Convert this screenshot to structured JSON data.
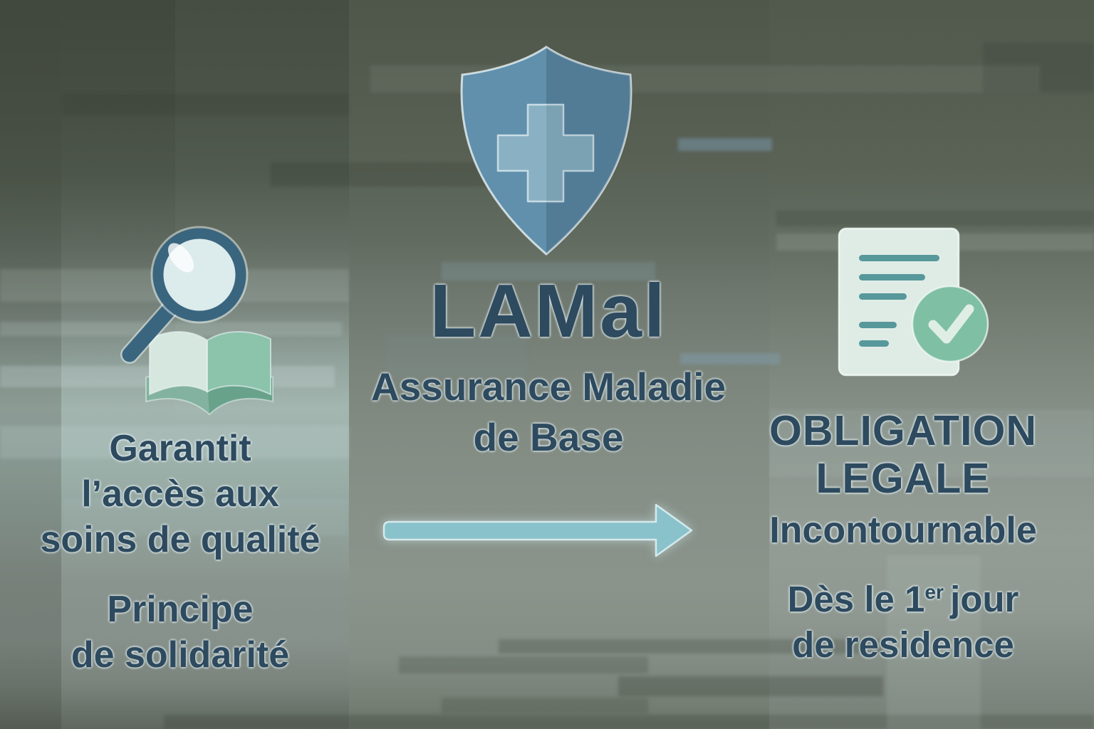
{
  "left_panel": {
    "icon": "magnifier-book-icon",
    "benefit_lines": [
      "Garantit",
      "l’accès aux",
      "soins de qualité"
    ],
    "principle_lines": [
      "Principe",
      "de solidarité"
    ]
  },
  "center_panel": {
    "icon": "shield-cross-icon",
    "title": "LAMal",
    "subtitle_lines": [
      "Assurance Maladie",
      "de Base"
    ],
    "arrow": "arrow-right-icon"
  },
  "right_panel": {
    "icon": "document-check-icon",
    "obligation_lines": [
      "OBLIGATION",
      "LEGALE"
    ],
    "emphasis": "Incontournable",
    "timing_prefix": "Dès le 1",
    "timing_superscript": "er",
    "timing_suffix": "jour",
    "timing_line2": "de residence"
  },
  "colors": {
    "text_dark": "#2d4a5f",
    "shield_left": "#6090ac",
    "shield_right": "#4f7b97",
    "shield_cross": "#8ab1c3",
    "arrow_fill": "#8ac2cb",
    "magnifier_ring": "#3a657f",
    "magnifier_lens": "#dcebec",
    "book_left_page": "#d6e7df",
    "book_right_page": "#8cc3ab",
    "book_rim": "#68a28b",
    "doc_bg": "#dfece6",
    "doc_line": "#57989b",
    "check_circle": "#7fc0a4",
    "check_mark": "#dfeee5"
  }
}
